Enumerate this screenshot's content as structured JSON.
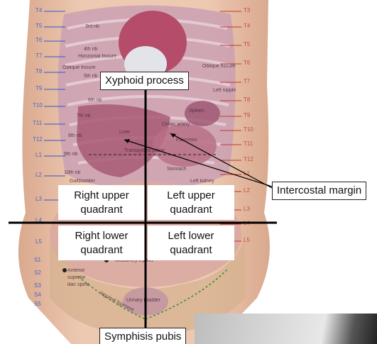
{
  "callouts": {
    "xyphoid": "Xyphoid process",
    "intercostal": "Intercostal margin",
    "symphysis": "Symphisis pubis"
  },
  "quadrants": {
    "ruq": [
      "Right upper",
      "quadrant"
    ],
    "luq": [
      "Left upper",
      "quadrant"
    ],
    "rlq": [
      "Right lower",
      "quadrant"
    ],
    "llq": [
      "Left lower",
      "quadrant"
    ]
  },
  "vertebra_left": [
    "T4",
    "T5",
    "T6",
    "T7",
    "T8",
    "T9",
    "T10",
    "T11",
    "T12",
    "L1",
    "L2",
    "L3",
    "L4",
    "L5",
    "S1",
    "S2",
    "S3",
    "S4",
    "S5"
  ],
  "vertebra_right": [
    "T3",
    "T4",
    "T5",
    "T6",
    "T7",
    "T8",
    "T9",
    "T10",
    "T11",
    "T12",
    "L1",
    "L2",
    "L3",
    "L4",
    "L5"
  ],
  "anatomy_labels": {
    "rib3": "3rd rib",
    "rib4": "4th rib",
    "horizontal_fissure": "Horizontal fissure",
    "rib5": "5th rib",
    "oblique_fissure_left": "Oblique fissure",
    "oblique_fissure_right": "Oblique fissure",
    "rib6": "6th rib",
    "left_nipple": "Left nipple",
    "rib7": "7th rib",
    "spleen": "Spleen",
    "celiac": "Celiac artery",
    "liver": "Liver",
    "pancreas": "Pancreas",
    "rib8": "8th rib",
    "rib9": "9th rib",
    "transpyloric": "Transpyloric plane",
    "stomach": "Stomach",
    "rib10": "10th rib",
    "gallbladder": "Gallbladder",
    "left_kidney": "Left kidney",
    "mcburney": "McBurney's point",
    "asis": [
      "Anterior",
      "superior",
      "iliac spine"
    ],
    "inguinal": "Inguinal ligament",
    "bladder": "Urinary bladder"
  },
  "colors": {
    "skin": "#e9c3a8",
    "rib_cage": "#c9a0b4",
    "organs": "#b76f86",
    "left_vertebra_text": "#3355cc",
    "right_vertebra_text": "#c0392b"
  }
}
